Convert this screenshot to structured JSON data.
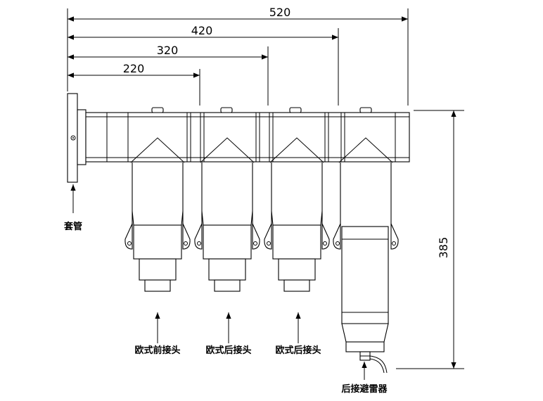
{
  "dimensions": {
    "horizontal": [
      "520",
      "420",
      "320",
      "220"
    ],
    "vertical": "385"
  },
  "labels": {
    "bushing": "套管",
    "front_connector": "欧式前接头",
    "rear_connector_1": "欧式后接头",
    "rear_connector_2": "欧式后接头",
    "rear_arrester": "后接避雷器"
  },
  "colors": {
    "line": "#000000",
    "background": "#ffffff"
  }
}
